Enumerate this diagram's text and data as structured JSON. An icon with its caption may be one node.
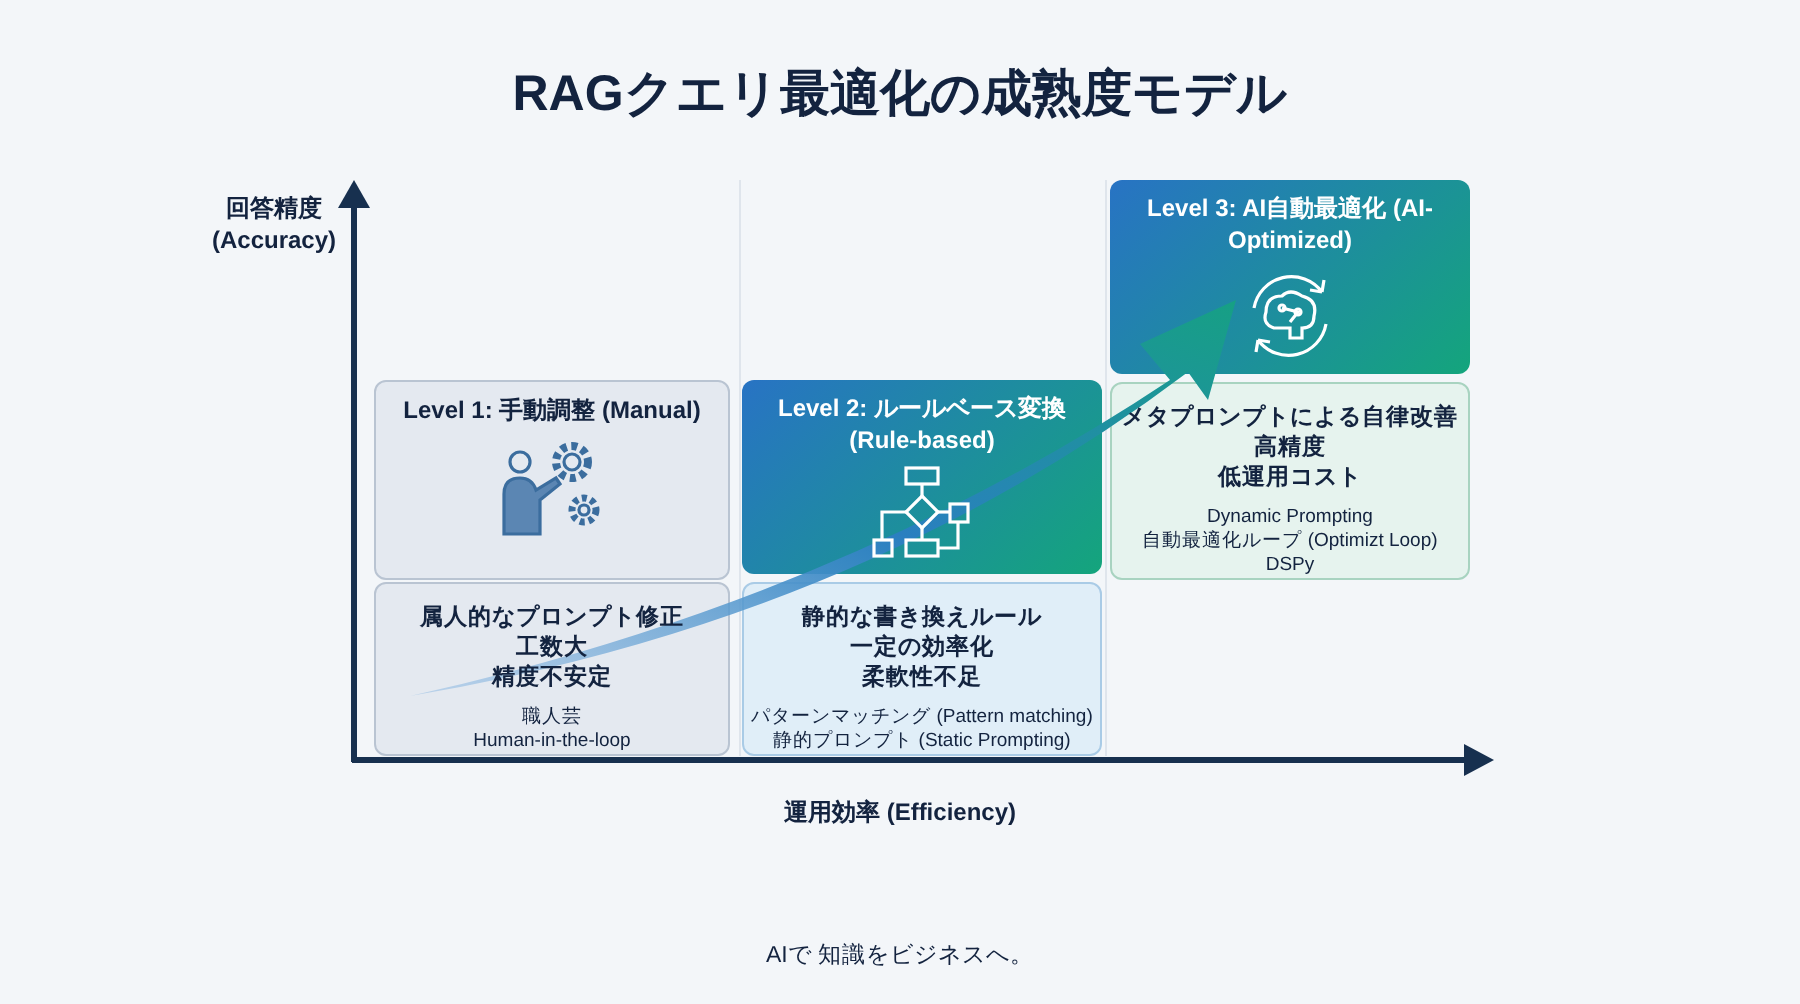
{
  "diagram": {
    "title": "RAGクエリ最適化の成熟度モデル",
    "nodes": [
      {
        "text": [
          "Level 1: 手動調整 (Manual)"
        ]
      },
      {
        "text": [
          "属人的なプロンプト修正",
          "工数大",
          "精度不安定",
          "職人芸",
          "Human-in-the-loop"
        ]
      },
      {
        "text": [
          "Level 2: ルールベース変換 (Rule-based)"
        ]
      },
      {
        "text": [
          "静的な書き換えルール",
          "一定の効率化",
          "柔軟性不足",
          "パターンマッチング (Pattern matching)",
          "静的プロンプト (Static Prompting)"
        ]
      },
      {
        "text": [
          "Level 3: AI自動最適化 (AI-Optimized)"
        ]
      },
      {
        "text": [
          "メタプロンプトによる自律改善",
          "高精度",
          "低運用コスト",
          "Dynamic Prompting",
          "自動最適化ループ (Optimizt Loop)",
          "DSPy"
        ]
      }
    ],
    "edges": [],
    "labels": [
      "回答精度 (Accuracy)",
      "運用効率 (Efficiency)",
      "AIで 知識をビジネスへ。"
    ]
  }
}
